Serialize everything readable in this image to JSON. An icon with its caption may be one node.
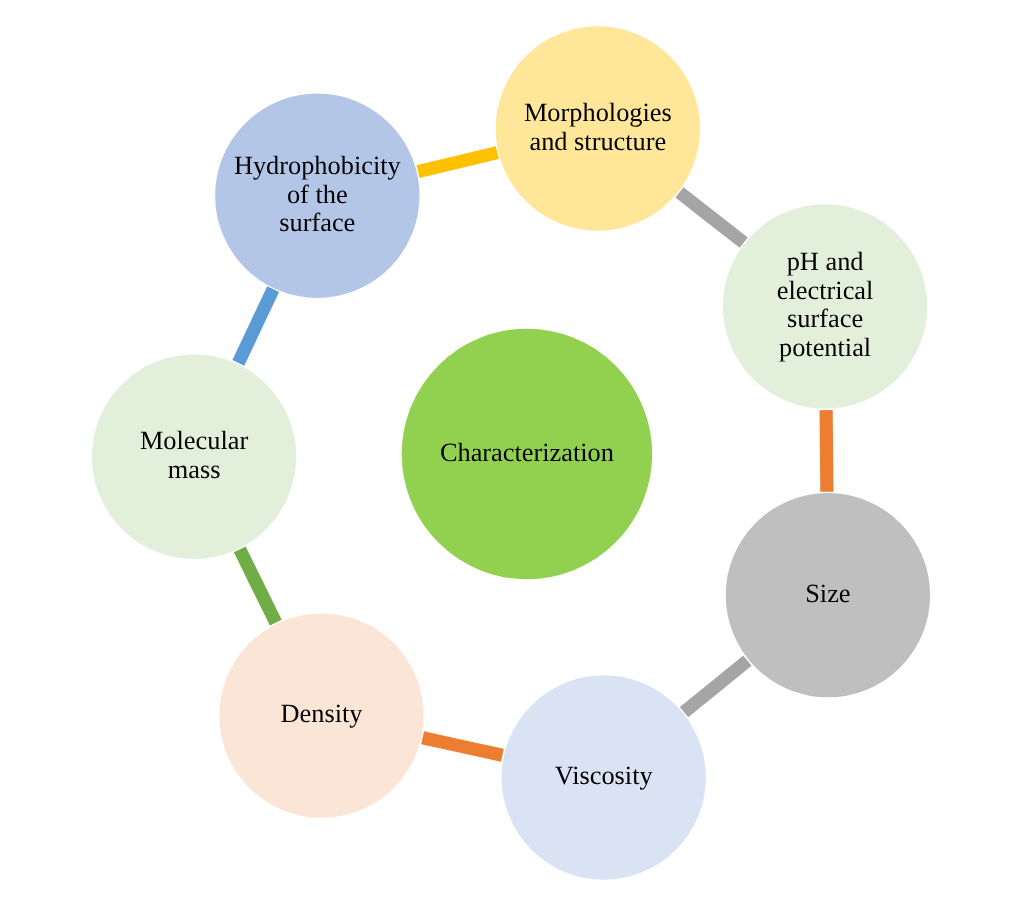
{
  "diagram": {
    "nodes": [
      {
        "text": [
          "Characterization"
        ]
      },
      {
        "text": [
          "Size"
        ]
      },
      {
        "text": [
          "pH and electrical surface potential"
        ]
      },
      {
        "text": [
          "Morphologies and structure"
        ]
      },
      {
        "text": [
          "Hydrophobicity of the surface"
        ]
      },
      {
        "text": [
          "Molecular mass"
        ]
      },
      {
        "text": [
          "Density"
        ]
      },
      {
        "text": [
          "Viscosity"
        ]
      }
    ],
    "edges": [
      {
        "from": 1,
        "to": 2,
        "arrow": "none",
        "color": "#ed7d31"
      },
      {
        "from": 2,
        "to": 3,
        "arrow": "none",
        "color": "#a5a5a5"
      },
      {
        "from": 3,
        "to": 4,
        "arrow": "none",
        "color": "#ffc000"
      },
      {
        "from": 4,
        "to": 5,
        "arrow": "none",
        "color": "#5b9bd5"
      },
      {
        "from": 5,
        "to": 6,
        "arrow": "none",
        "color": "#70ad47"
      },
      {
        "from": 6,
        "to": 7,
        "arrow": "none",
        "color": "#ed7d31"
      },
      {
        "from": 7,
        "to": 1,
        "arrow": "none",
        "color": "#a5a5a5"
      }
    ]
  }
}
